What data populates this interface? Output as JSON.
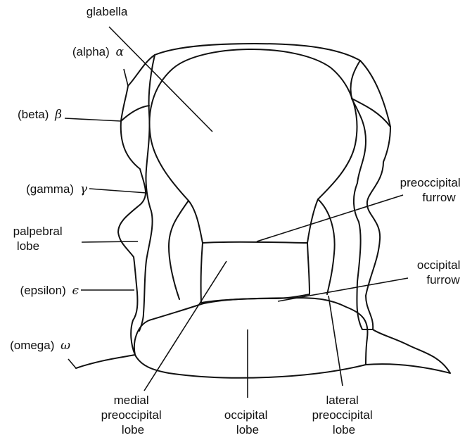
{
  "labels": {
    "glabella": "glabella",
    "alpha_name": "(alpha)",
    "alpha_symbol": "α",
    "beta_name": "(beta)",
    "beta_symbol": "β",
    "gamma_name": "(gamma)",
    "gamma_symbol": "γ",
    "palpebral_line1": "palpebral",
    "palpebral_line2": "lobe",
    "epsilon_name": "(epsilon)",
    "epsilon_symbol": "ϵ",
    "omega_name": "(omega)",
    "omega_symbol": "ω",
    "preoccipital_furrow_line1": "preoccipital",
    "preoccipital_furrow_line2": "furrow",
    "occipital_furrow_line1": "occipital",
    "occipital_furrow_line2": "furrow",
    "medial_line1": "medial",
    "medial_line2": "preoccipital",
    "medial_line3": "lobe",
    "occipital_lobe_line1": "occipital",
    "occipital_lobe_line2": "lobe",
    "lateral_line1": "lateral",
    "lateral_line2": "preoccipital",
    "lateral_line3": "lobe"
  }
}
